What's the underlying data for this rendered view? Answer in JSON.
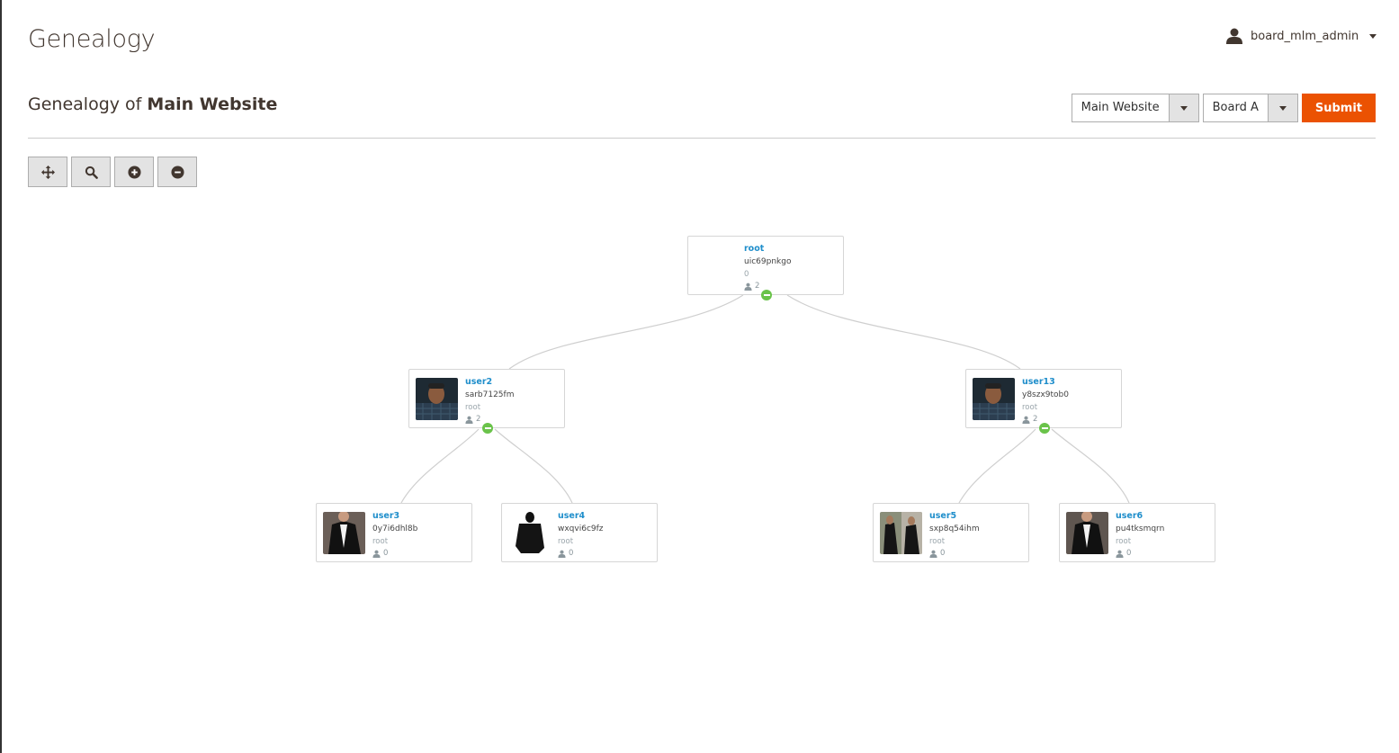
{
  "header": {
    "title": "Genealogy",
    "user": {
      "name": "board_mlm_admin",
      "icon": "user-icon"
    }
  },
  "section": {
    "title_prefix": "Genealogy of",
    "title_bold": "Main Website"
  },
  "filters": {
    "website_select": {
      "value": "Main Website"
    },
    "board_select": {
      "value": "Board A"
    },
    "submit_label": "Submit"
  },
  "toolbar": [
    {
      "name": "move-tool-button",
      "icon": "move-icon"
    },
    {
      "name": "search-tool-button",
      "icon": "search-icon"
    },
    {
      "name": "zoom-in-button",
      "icon": "plus-circle-icon"
    },
    {
      "name": "zoom-out-button",
      "icon": "minus-circle-icon"
    }
  ],
  "colors": {
    "accent": "#eb5202",
    "link": "#1f8ecb",
    "toggle": "#6ac34a"
  },
  "tree": {
    "root": {
      "username": "root",
      "code": "uic69pnkgo",
      "sponsor": "0",
      "children": "2"
    },
    "level1": [
      {
        "username": "user2",
        "code": "sarb7125fm",
        "sponsor": "root",
        "children": "2"
      },
      {
        "username": "user13",
        "code": "y8szx9tob0",
        "sponsor": "root",
        "children": "2"
      }
    ],
    "level2": [
      {
        "username": "user3",
        "code": "0y7i6dhl8b",
        "sponsor": "root",
        "children": "0"
      },
      {
        "username": "user4",
        "code": "wxqvi6c9fz",
        "sponsor": "root",
        "children": "0"
      },
      {
        "username": "user5",
        "code": "sxp8q54ihm",
        "sponsor": "root",
        "children": "0"
      },
      {
        "username": "user6",
        "code": "pu4tksmqrn",
        "sponsor": "root",
        "children": "0"
      }
    ]
  }
}
